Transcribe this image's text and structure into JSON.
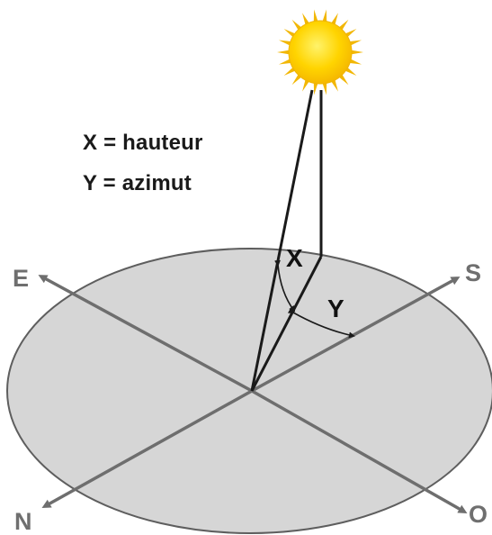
{
  "legend": {
    "x_definition": "X = hauteur",
    "y_definition": "Y = azimut"
  },
  "directions": {
    "east": "E",
    "south": "S",
    "north": "N",
    "west": "O"
  },
  "angles": {
    "altitude": "X",
    "azimuth": "Y"
  },
  "icons": {
    "sun": "sun-icon"
  },
  "colors": {
    "ground_fill": "#d6d6d6",
    "ground_stroke": "#5e5e5e",
    "axis": "#6e6e6e",
    "ray": "#1a1a1a",
    "sun_core": "#ffd400",
    "sun_rays": "#f2b705",
    "text": "#1a1a1a",
    "direction_text": "#6f6f6f"
  }
}
